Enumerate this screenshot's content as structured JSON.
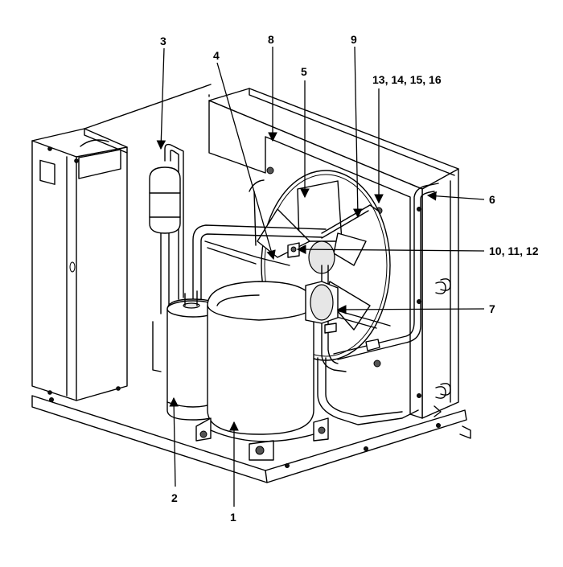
{
  "callouts": {
    "c1": "1",
    "c2": "2",
    "c3": "3",
    "c4": "4",
    "c5": "5",
    "c6": "6",
    "c7": "7",
    "c8": "8",
    "c9": "9",
    "c10": "10, 11, 12",
    "c13": "13, 14, 15, 16"
  }
}
